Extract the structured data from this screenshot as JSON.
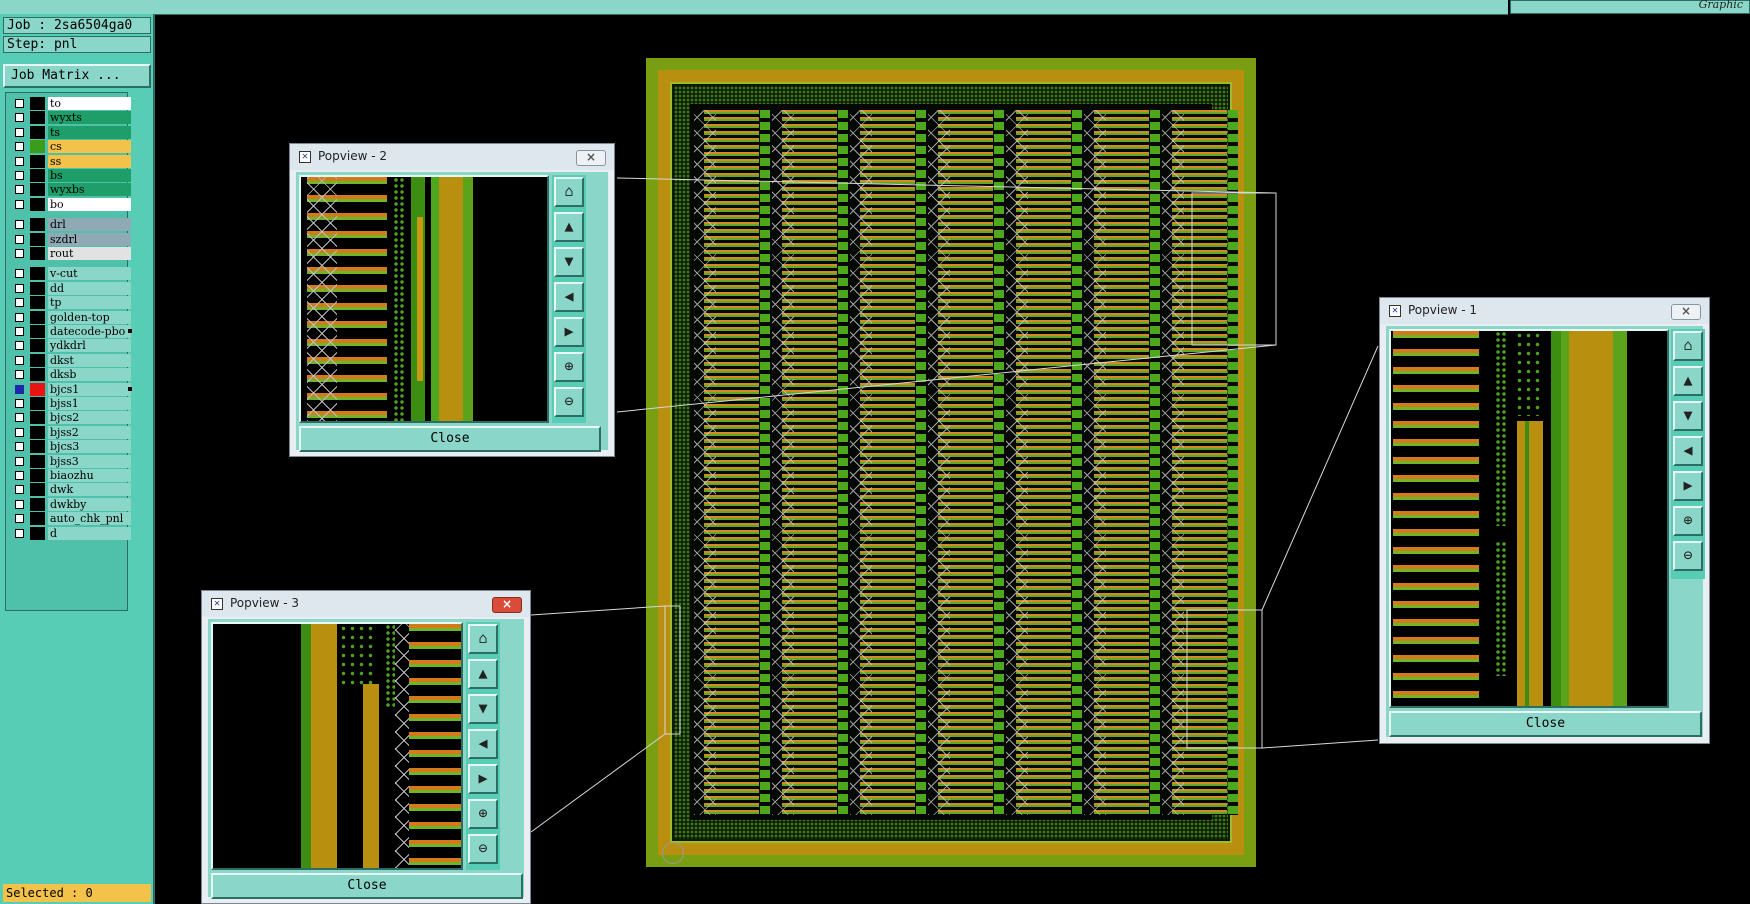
{
  "topbar": {
    "right_label": "Graphic"
  },
  "job": {
    "job_label": "Job : 2sa6504ga0",
    "step_label": "Step: pnl",
    "matrix_button": "Job Matrix ..."
  },
  "layers": [
    {
      "name": "to",
      "bg": "#ffffff",
      "swatch": "#000000",
      "checked": false
    },
    {
      "name": "wyxts",
      "bg": "#1f9e69",
      "swatch": "#000000",
      "checked": false
    },
    {
      "name": "ts",
      "bg": "#1f9e69",
      "swatch": "#000000",
      "checked": false
    },
    {
      "name": "cs",
      "bg": "#f3c24a",
      "swatch": "#3b9c1c",
      "checked": false
    },
    {
      "name": "ss",
      "bg": "#f3c24a",
      "swatch": "#000000",
      "checked": false
    },
    {
      "name": "bs",
      "bg": "#1f9e69",
      "swatch": "#000000",
      "checked": false
    },
    {
      "name": "wyxbs",
      "bg": "#1f9e69",
      "swatch": "#000000",
      "checked": false
    },
    {
      "name": "bo",
      "bg": "#ffffff",
      "swatch": "#000000",
      "checked": false
    },
    {
      "name": "drl",
      "bg": "#8fa9b5",
      "swatch": "#000000",
      "checked": false
    },
    {
      "name": "szdrl",
      "bg": "#8fa9b5",
      "swatch": "#000000",
      "checked": false
    },
    {
      "name": "rout",
      "bg": "#e2e2e2",
      "swatch": "#000000",
      "checked": false
    },
    {
      "name": "v-cut",
      "bg": "#8ad6c8",
      "swatch": "#000000",
      "checked": false
    },
    {
      "name": "dd",
      "bg": "#8ad6c8",
      "swatch": "#000000",
      "checked": false
    },
    {
      "name": "tp",
      "bg": "#8ad6c8",
      "swatch": "#000000",
      "checked": false
    },
    {
      "name": "golden-top",
      "bg": "#8ad6c8",
      "swatch": "#000000",
      "checked": false
    },
    {
      "name": "datecode-pbo",
      "bg": "#8ad6c8",
      "swatch": "#000000",
      "checked": false
    },
    {
      "name": "ydkdrl",
      "bg": "#8ad6c8",
      "swatch": "#000000",
      "checked": false
    },
    {
      "name": "dkst",
      "bg": "#8ad6c8",
      "swatch": "#000000",
      "checked": false
    },
    {
      "name": "dksb",
      "bg": "#8ad6c8",
      "swatch": "#000000",
      "checked": false
    },
    {
      "name": "bjcs1",
      "bg": "#8ad6c8",
      "swatch": "#e81414",
      "checked": true
    },
    {
      "name": "bjss1",
      "bg": "#8ad6c8",
      "swatch": "#000000",
      "checked": false
    },
    {
      "name": "bjcs2",
      "bg": "#8ad6c8",
      "swatch": "#000000",
      "checked": false
    },
    {
      "name": "bjss2",
      "bg": "#8ad6c8",
      "swatch": "#000000",
      "checked": false
    },
    {
      "name": "bjcs3",
      "bg": "#8ad6c8",
      "swatch": "#000000",
      "checked": false
    },
    {
      "name": "bjss3",
      "bg": "#8ad6c8",
      "swatch": "#000000",
      "checked": false
    },
    {
      "name": "biaozhu",
      "bg": "#8ad6c8",
      "swatch": "#000000",
      "checked": false
    },
    {
      "name": "dwk",
      "bg": "#8ad6c8",
      "swatch": "#000000",
      "checked": false
    },
    {
      "name": "dwkby",
      "bg": "#8ad6c8",
      "swatch": "#000000",
      "checked": false
    },
    {
      "name": "auto_chk_pnl",
      "bg": "#8ad6c8",
      "swatch": "#000000",
      "checked": false
    },
    {
      "name": "d",
      "bg": "#8ad6c8",
      "swatch": "#000000",
      "checked": false
    }
  ],
  "status": {
    "selected": "Selected : 0"
  },
  "popviews": {
    "p1": {
      "title": "Popview - 1",
      "close": "Close"
    },
    "p2": {
      "title": "Popview - 2",
      "close": "Close"
    },
    "p3": {
      "title": "Popview - 3",
      "close": "Close"
    }
  },
  "toolbar_icons": [
    "zoom-home-icon",
    "pan-up-icon",
    "pan-down-icon",
    "pan-left-icon",
    "pan-right-icon",
    "zoom-in-icon",
    "zoom-out-icon"
  ],
  "colors": {
    "panel": "#57cdb5",
    "panel_light": "#8ad6c8",
    "board_green": "#7a9e12",
    "board_gold": "#b98f0f",
    "canvas": "#000000"
  }
}
